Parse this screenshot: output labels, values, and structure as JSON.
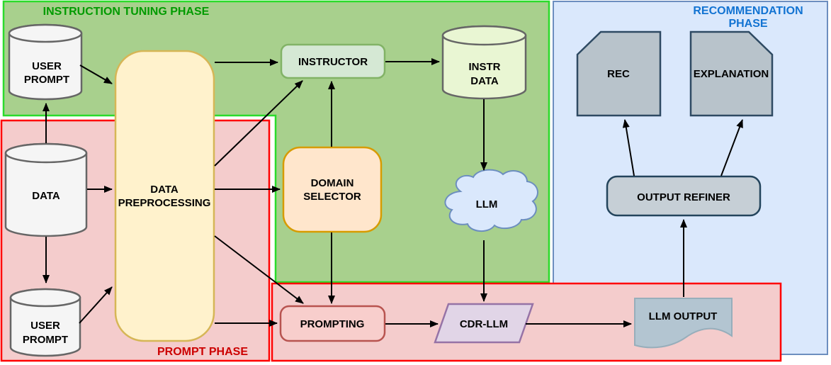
{
  "phases": {
    "instruction_tuning": {
      "label": "INSTRUCTION TUNING PHASE",
      "fill": "#a8d08d",
      "border_color": "#2bdb2b",
      "label_color": "#009b00"
    },
    "prompt": {
      "label": "PROMPT PHASE",
      "fill": "#f4cccc",
      "border_color": "#ff0000",
      "label_color": "#cc0000"
    },
    "recommendation": {
      "label_line1": "RECOMMENDATION",
      "label_line2": "PHASE",
      "fill": "#dae8fc",
      "border_color": "#6c8ebf",
      "label_color": "#1273d2"
    }
  },
  "nodes": {
    "user_prompt_top": {
      "shape": "cylinder",
      "label_line1": "USER",
      "label_line2": "PROMPT",
      "fill": "#f5f5f5",
      "border_color": "#666666"
    },
    "data": {
      "shape": "cylinder",
      "label": "DATA",
      "fill": "#f5f5f5",
      "border_color": "#666666"
    },
    "user_prompt_bottom": {
      "shape": "cylinder",
      "label_line1": "USER",
      "label_line2": "PROMPT",
      "fill": "#f5f5f5",
      "border_color": "#666666"
    },
    "data_preprocessing": {
      "shape": "rounded-rect",
      "label_line1": "DATA",
      "label_line2": "PREPROCESSING",
      "fill": "#fff2cc",
      "border_color": "#d6b656"
    },
    "instructor": {
      "shape": "rounded-rect",
      "label": "INSTRUCTOR",
      "fill": "#d5e8d4",
      "border_color": "#82b366"
    },
    "instr_data": {
      "shape": "cylinder",
      "label_line1": "INSTR",
      "label_line2": "DATA",
      "fill": "#e9f6d3",
      "border_color": "#666666"
    },
    "domain_selector": {
      "shape": "rounded-rect",
      "label_line1": "DOMAIN",
      "label_line2": "SELECTOR",
      "fill": "#ffe6cc",
      "border_color": "#d79b00"
    },
    "llm": {
      "shape": "cloud",
      "label": "LLM",
      "fill": "#dae8fc",
      "border_color": "#6c8ebf"
    },
    "prompting": {
      "shape": "rounded-rect",
      "label": "PROMPTING",
      "fill": "#f8cecc",
      "border_color": "#b85450"
    },
    "cdr_llm": {
      "shape": "parallelogram",
      "label": "CDR-LLM",
      "fill": "#e1d5e7",
      "border_color": "#9673a6"
    },
    "llm_output": {
      "shape": "document",
      "label": "LLM OUTPUT",
      "fill": "#b3c5d1",
      "border_color": "#97aebb"
    },
    "output_refiner": {
      "shape": "rounded-rect",
      "label": "OUTPUT REFINER",
      "fill": "#c6cfd6",
      "border_color": "#23445c"
    },
    "rec": {
      "shape": "card",
      "label": "REC",
      "fill": "#b8c3cb",
      "border_color": "#2e4a63"
    },
    "explanation": {
      "shape": "card",
      "label": "EXPLANATION",
      "fill": "#b8c3cb",
      "border_color": "#2e4a63"
    }
  },
  "edges": [
    {
      "from": "user_prompt_top",
      "to": "data_preprocessing"
    },
    {
      "from": "data",
      "to": "user_prompt_top"
    },
    {
      "from": "data",
      "to": "data_preprocessing"
    },
    {
      "from": "data",
      "to": "user_prompt_bottom"
    },
    {
      "from": "user_prompt_bottom",
      "to": "data_preprocessing"
    },
    {
      "from": "data_preprocessing",
      "to": "instructor",
      "route": "horizontal"
    },
    {
      "from": "data_preprocessing",
      "to": "instructor",
      "route": "diagonal"
    },
    {
      "from": "data_preprocessing",
      "to": "domain_selector"
    },
    {
      "from": "data_preprocessing",
      "to": "prompting",
      "route": "diagonal"
    },
    {
      "from": "data_preprocessing",
      "to": "prompting",
      "route": "horizontal"
    },
    {
      "from": "domain_selector",
      "to": "instructor"
    },
    {
      "from": "domain_selector",
      "to": "prompting"
    },
    {
      "from": "instructor",
      "to": "instr_data"
    },
    {
      "from": "instr_data",
      "to": "llm"
    },
    {
      "from": "llm",
      "to": "cdr_llm"
    },
    {
      "from": "prompting",
      "to": "cdr_llm"
    },
    {
      "from": "cdr_llm",
      "to": "llm_output"
    },
    {
      "from": "llm_output",
      "to": "output_refiner"
    },
    {
      "from": "output_refiner",
      "to": "rec"
    },
    {
      "from": "output_refiner",
      "to": "explanation"
    }
  ]
}
